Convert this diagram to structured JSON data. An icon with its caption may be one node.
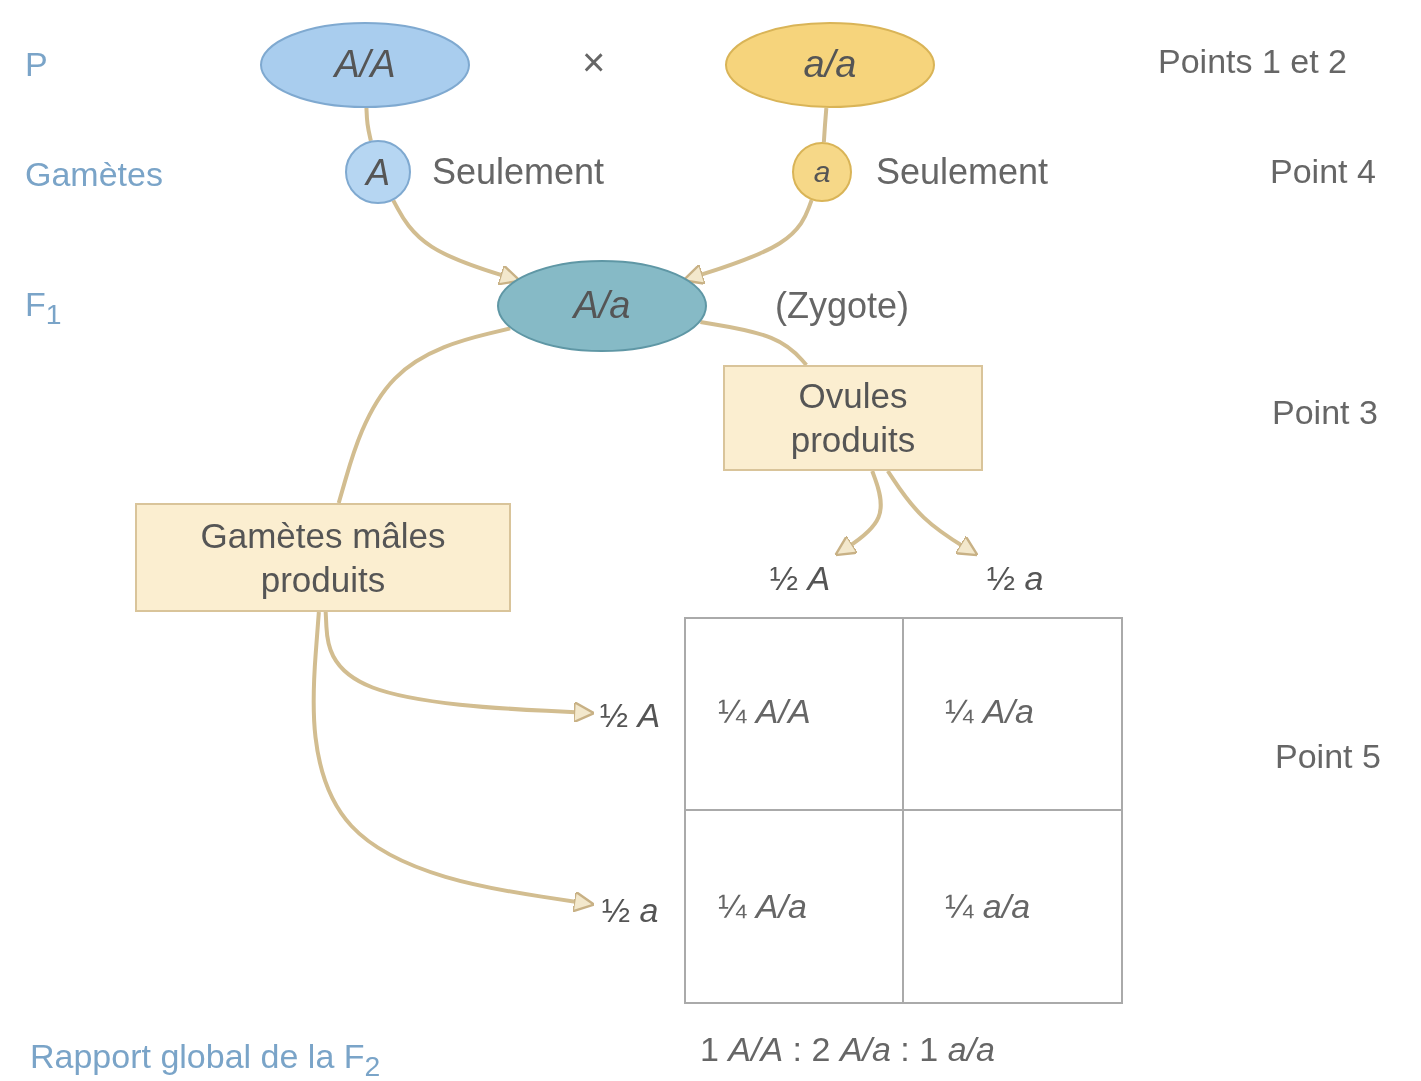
{
  "diagram": {
    "nodes": [
      {
        "text": [
          "A/A"
        ]
      },
      {
        "text": [
          "a/a"
        ]
      },
      {
        "text": [
          "A"
        ],
        "beside": [
          "Seulement"
        ]
      },
      {
        "text": [
          "a"
        ],
        "beside": [
          "Seulement"
        ]
      },
      {
        "text": [
          "A/a"
        ]
      },
      {
        "text": [
          "Ovules produits"
        ]
      },
      {
        "text": [
          "Gamètes mâles produits"
        ]
      },
      {
        "text": [
          "½ *A*"
        ]
      },
      {
        "text": [
          "½ *a*"
        ]
      },
      {
        "text": [
          "½ *A*"
        ]
      },
      {
        "text": [
          "½ *a*"
        ]
      }
    ],
    "edges": [
      {
        "from": 0,
        "to": 2,
        "arrow": "none"
      },
      {
        "from": 1,
        "to": 3,
        "arrow": "none"
      },
      {
        "from": 2,
        "to": 4,
        "arrow": "to"
      },
      {
        "from": 3,
        "to": 4,
        "arrow": "to"
      },
      {
        "from": 4,
        "to": 6,
        "arrow": "none"
      },
      {
        "from": 4,
        "to": 5,
        "arrow": "none"
      },
      {
        "from": 5,
        "to": 7,
        "arrow": "to"
      },
      {
        "from": 5,
        "to": 8,
        "arrow": "to"
      },
      {
        "from": 6,
        "to": 9,
        "arrow": "to"
      },
      {
        "from": 6,
        "to": 10,
        "arrow": "to"
      }
    ],
    "labels": [
      "P",
      "×",
      "Points 1 et 2",
      "Gamètes",
      "Point 4",
      "F$_{1}$",
      "(Zygote)",
      "Point 3",
      "¼ *A/A*",
      "¼ *A/a*",
      "Point 5",
      "¼ *A/a*",
      "¼ *a/a*",
      "1 *A/A* : 2 *A/a* : 1 *a/a*",
      "Rapport global de la F$_{2}$"
    ]
  }
}
